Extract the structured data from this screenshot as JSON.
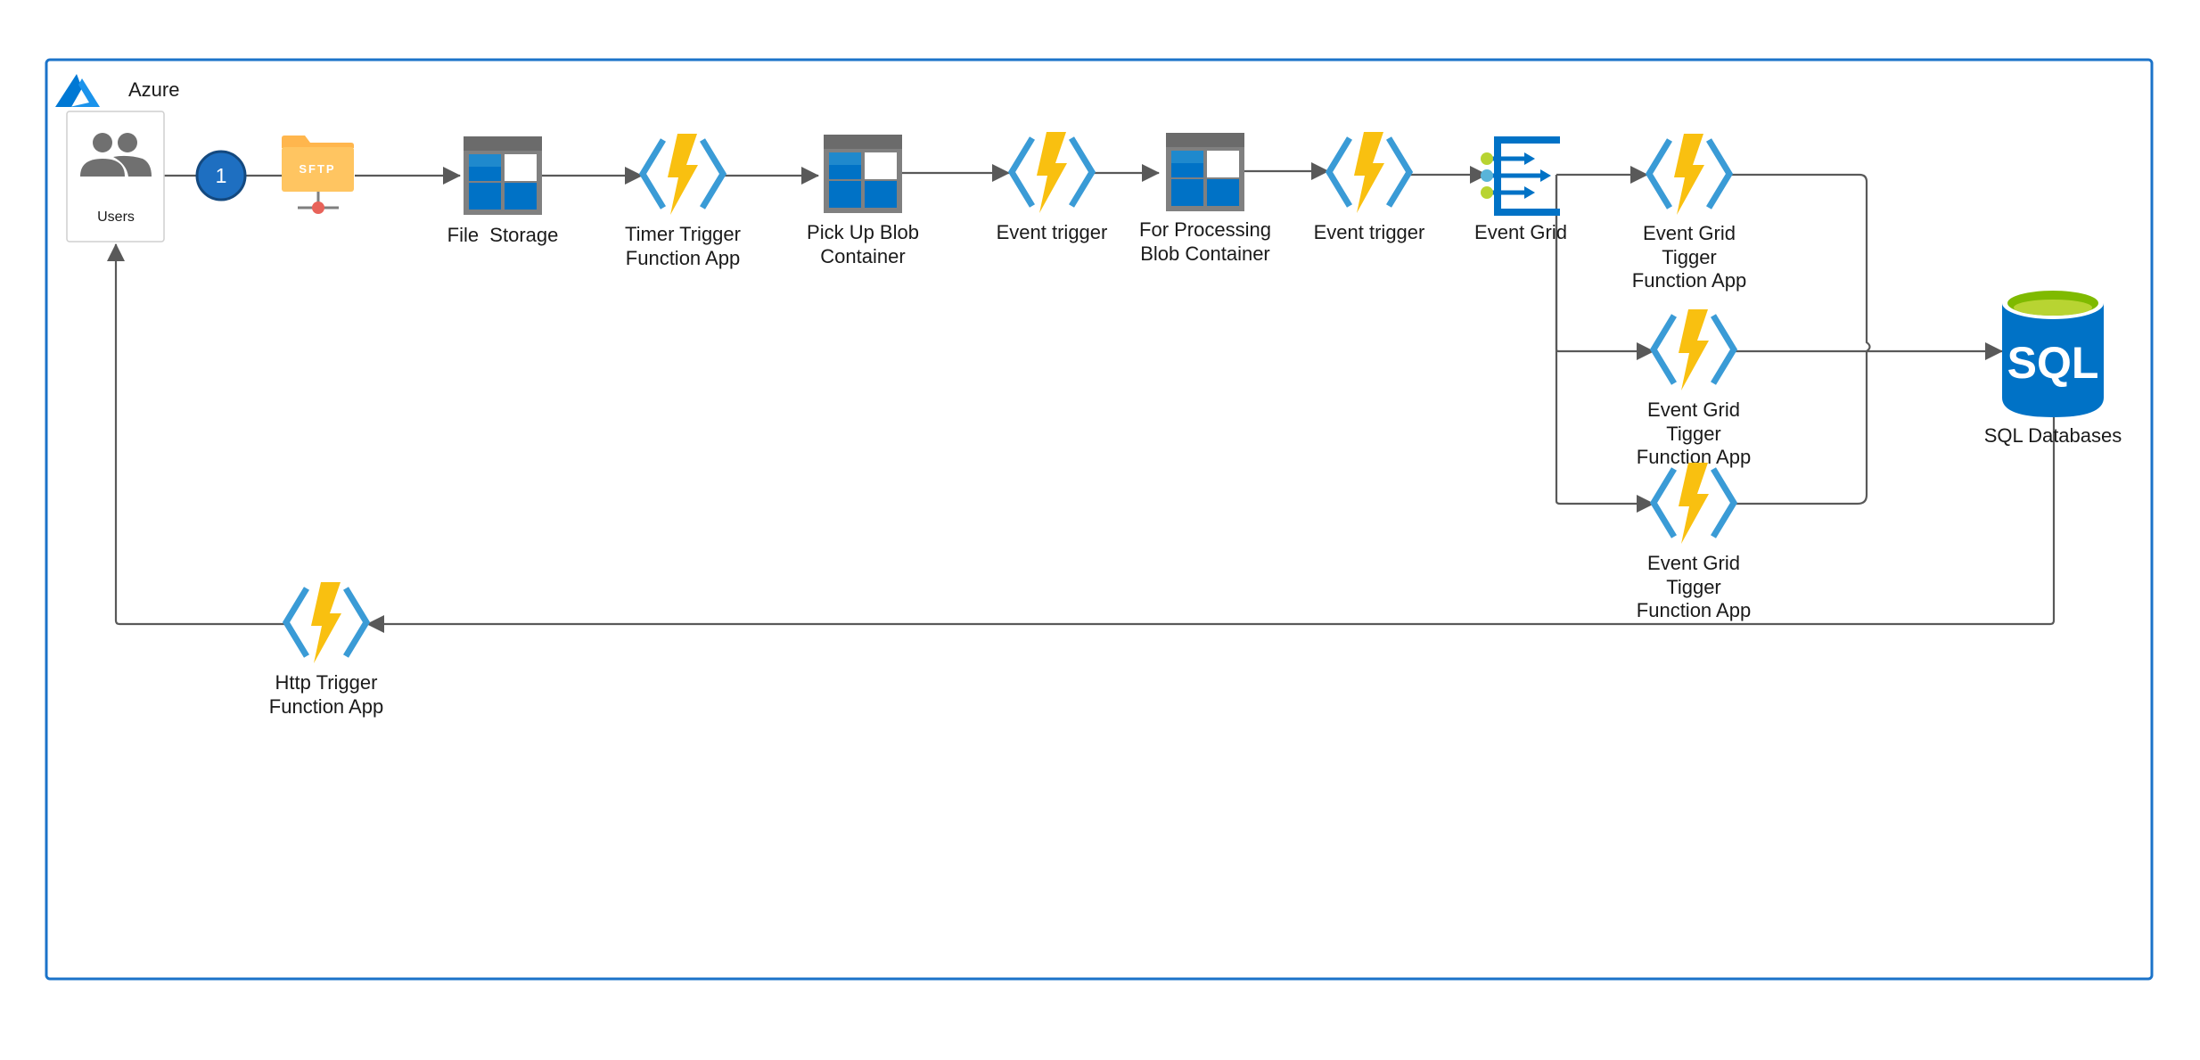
{
  "title": "Azure",
  "colors": {
    "frame": "#1b73c9",
    "wire": "#595959",
    "bolt": "#f9c010",
    "bracket": "#3a9bd6",
    "sftp": "#ffc561",
    "sql_top": "#7fba00"
  },
  "nodes": {
    "users": {
      "label": "Users",
      "icon": "users-icon"
    },
    "step_badge": {
      "label": "1"
    },
    "sftp": {
      "label": "SFTP",
      "icon": "sftp-folder-icon"
    },
    "file_storage": {
      "label": "File  Storage",
      "icon": "storage-icon"
    },
    "timer_trigger": {
      "line1": "Timer Trigger",
      "line2": "Function App",
      "icon": "function-app-icon"
    },
    "pickup_blob": {
      "line1": "Pick Up Blob",
      "line2": "Container",
      "icon": "storage-icon"
    },
    "event_trigger_1": {
      "label": "Event trigger",
      "icon": "function-app-icon"
    },
    "processing_blob": {
      "line1": "For Processing",
      "line2": "Blob Container",
      "icon": "storage-icon"
    },
    "event_trigger_2": {
      "label": "Event trigger",
      "icon": "function-app-icon"
    },
    "event_grid": {
      "label": "Event Grid",
      "icon": "event-grid-icon"
    },
    "eg_function_1": {
      "line1": "Event Grid",
      "line2": "Tigger",
      "line3": "Function App",
      "icon": "function-app-icon"
    },
    "eg_function_2": {
      "line1": "Event Grid",
      "line2": "Tigger",
      "line3": "Function App",
      "icon": "function-app-icon"
    },
    "eg_function_3": {
      "line1": "Event Grid",
      "line2": "Tigger",
      "line3": "Function App",
      "icon": "function-app-icon"
    },
    "sql": {
      "label": "SQL Databases",
      "badge": "SQL",
      "icon": "sql-database-icon"
    },
    "http_trigger": {
      "line1": "Http Trigger",
      "line2": "Function App",
      "icon": "function-app-icon"
    }
  },
  "edges": [
    [
      "users",
      "sftp"
    ],
    [
      "sftp",
      "file_storage"
    ],
    [
      "file_storage",
      "timer_trigger"
    ],
    [
      "timer_trigger",
      "pickup_blob"
    ],
    [
      "pickup_blob",
      "event_trigger_1"
    ],
    [
      "event_trigger_1",
      "processing_blob"
    ],
    [
      "processing_blob",
      "event_trigger_2"
    ],
    [
      "event_trigger_2",
      "event_grid"
    ],
    [
      "event_grid",
      "eg_function_1"
    ],
    [
      "event_grid",
      "eg_function_2"
    ],
    [
      "event_grid",
      "eg_function_3"
    ],
    [
      "eg_function_1",
      "sql"
    ],
    [
      "eg_function_2",
      "sql"
    ],
    [
      "eg_function_3",
      "sql"
    ],
    [
      "sql",
      "http_trigger"
    ],
    [
      "http_trigger",
      "users"
    ]
  ]
}
